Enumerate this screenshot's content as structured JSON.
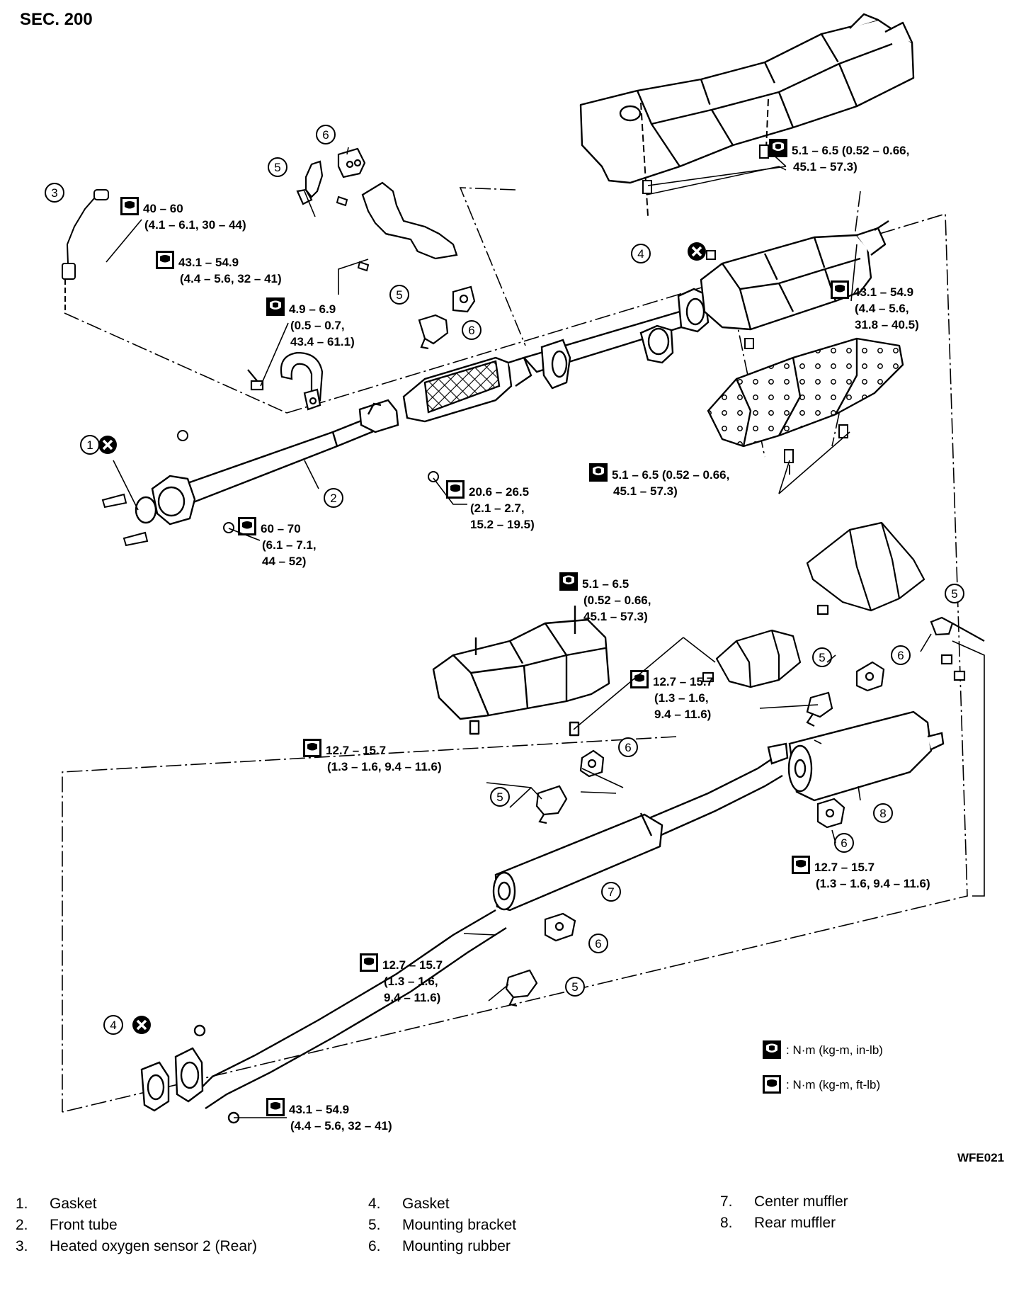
{
  "section_label": "SEC. 200",
  "figure_id": "WFE021",
  "torque_units": {
    "solid": ": N·m (kg-m, in-lb)",
    "outline": ": N·m (kg-m, ft-lb)"
  },
  "torque_specs": [
    {
      "id": "t1",
      "icon": "solid",
      "lines": [
        "5.1 – 6.5 (0.52 – 0.66,",
        "45.1 – 57.3)"
      ]
    },
    {
      "id": "t2",
      "icon": "outline",
      "lines": [
        "40 – 60",
        "(4.1 – 6.1, 30 – 44)"
      ]
    },
    {
      "id": "t3",
      "icon": "outline",
      "lines": [
        "43.1 – 54.9",
        "(4.4 – 5.6, 32 – 41)"
      ]
    },
    {
      "id": "t4",
      "icon": "solid",
      "lines": [
        "4.9 – 6.9",
        "(0.5 – 0.7,",
        "43.4 – 61.1)"
      ]
    },
    {
      "id": "t5",
      "icon": "outline",
      "lines": [
        "43.1 – 54.9",
        "(4.4 – 5.6,",
        "31.8 – 40.5)"
      ]
    },
    {
      "id": "t6",
      "icon": "outline",
      "lines": [
        "20.6 – 26.5",
        "(2.1 – 2.7,",
        "15.2 – 19.5)"
      ]
    },
    {
      "id": "t7",
      "icon": "solid",
      "lines": [
        "5.1 – 6.5 (0.52 – 0.66,",
        "45.1 – 57.3)"
      ]
    },
    {
      "id": "t8",
      "icon": "outline",
      "lines": [
        "60 – 70",
        "(6.1 – 7.1,",
        "44 – 52)"
      ]
    },
    {
      "id": "t9",
      "icon": "solid",
      "lines": [
        "5.1 – 6.5",
        "(0.52 – 0.66,",
        "45.1 – 57.3)"
      ]
    },
    {
      "id": "t10",
      "icon": "outline",
      "lines": [
        "12.7 – 15.7",
        "(1.3 – 1.6,",
        "9.4 – 11.6)"
      ]
    },
    {
      "id": "t11",
      "icon": "outline",
      "lines": [
        "12.7 – 15.7",
        "(1.3 – 1.6, 9.4 – 11.6)"
      ]
    },
    {
      "id": "t12",
      "icon": "outline",
      "lines": [
        "12.7 – 15.7",
        "(1.3 – 1.6, 9.4 – 11.6)"
      ]
    },
    {
      "id": "t13",
      "icon": "outline",
      "lines": [
        "12.7 – 15.7",
        "(1.3 – 1.6,",
        "9.4 – 11.6)"
      ]
    },
    {
      "id": "t14",
      "icon": "outline",
      "lines": [
        "43.1 – 54.9",
        "(4.4 – 5.6, 32 – 41)"
      ]
    }
  ],
  "callouts": [
    {
      "id": "c3",
      "num": "3"
    },
    {
      "id": "c6a",
      "num": "6"
    },
    {
      "id": "c5a",
      "num": "5"
    },
    {
      "id": "c4a",
      "num": "4"
    },
    {
      "id": "c5b",
      "num": "5"
    },
    {
      "id": "c6b",
      "num": "6"
    },
    {
      "id": "c1",
      "num": "1"
    },
    {
      "id": "c2",
      "num": "2"
    },
    {
      "id": "c5c",
      "num": "5"
    },
    {
      "id": "c6c",
      "num": "6"
    },
    {
      "id": "c5d",
      "num": "5"
    },
    {
      "id": "c6d",
      "num": "6"
    },
    {
      "id": "c5e",
      "num": "5"
    },
    {
      "id": "c8",
      "num": "8"
    },
    {
      "id": "c6e",
      "num": "6"
    },
    {
      "id": "c7",
      "num": "7"
    },
    {
      "id": "c6f",
      "num": "6"
    },
    {
      "id": "c5f",
      "num": "5"
    },
    {
      "id": "c4b",
      "num": "4"
    }
  ],
  "legend": [
    {
      "num": "1.",
      "label": "Gasket"
    },
    {
      "num": "2.",
      "label": "Front tube"
    },
    {
      "num": "3.",
      "label": "Heated oxygen sensor 2 (Rear)"
    },
    {
      "num": "4.",
      "label": "Gasket"
    },
    {
      "num": "5.",
      "label": "Mounting bracket"
    },
    {
      "num": "6.",
      "label": "Mounting rubber"
    },
    {
      "num": "7.",
      "label": "Center muffler"
    },
    {
      "num": "8.",
      "label": "Rear muffler"
    }
  ]
}
